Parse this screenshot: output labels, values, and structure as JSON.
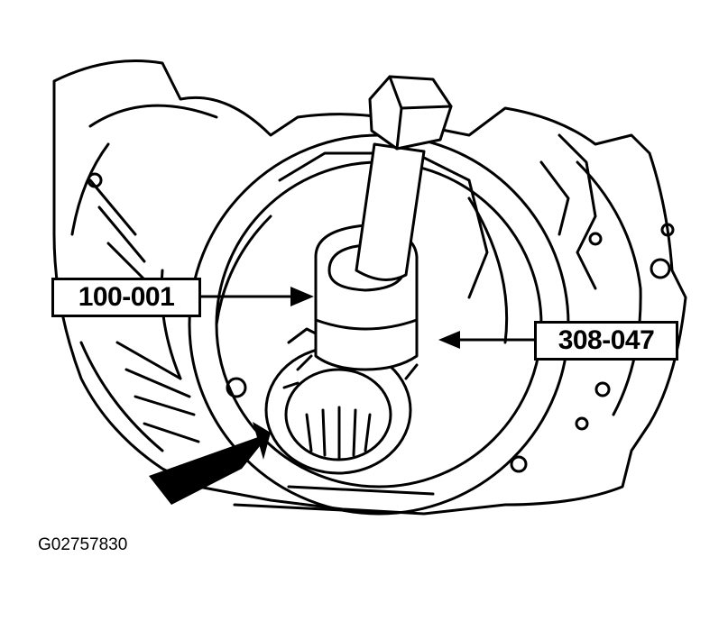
{
  "callouts": {
    "adapter_label": "100-001",
    "tool_label": "308-047"
  },
  "figure_id": "G02757830",
  "colors": {
    "ink": "#000000",
    "paper": "#ffffff"
  }
}
